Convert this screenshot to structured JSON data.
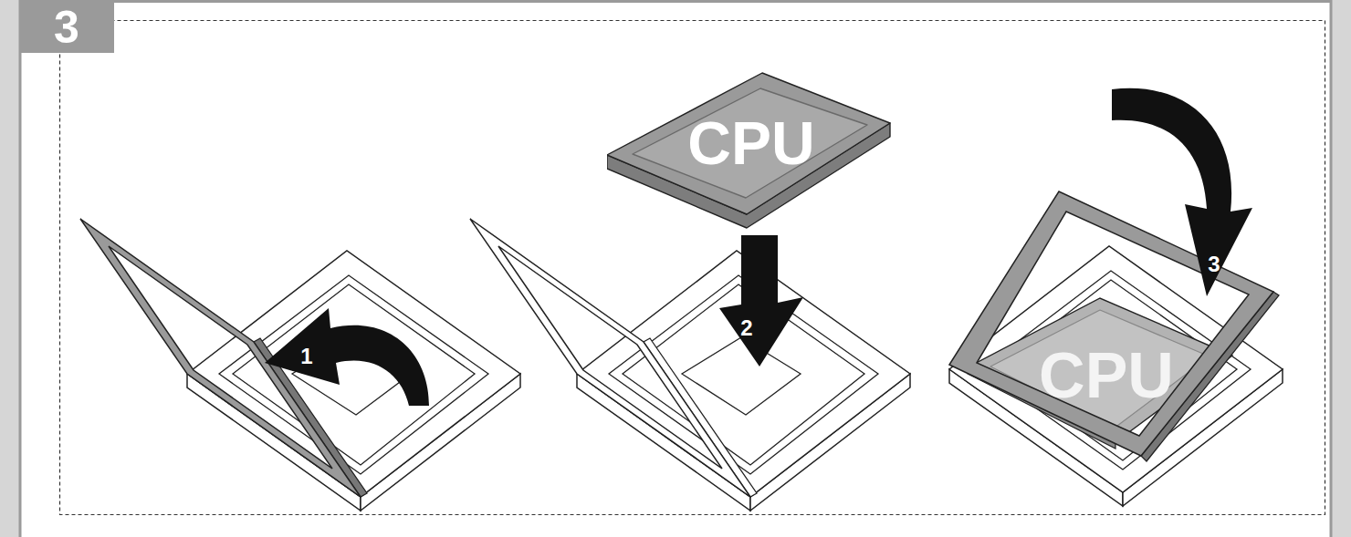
{
  "diagram": {
    "nodes": [
      {
        "text": [
          "3"
        ]
      },
      {
        "text": [
          "CPU"
        ]
      },
      {
        "text": [
          "CPU"
        ]
      }
    ],
    "labels": [
      "1",
      "2",
      "3"
    ]
  }
}
